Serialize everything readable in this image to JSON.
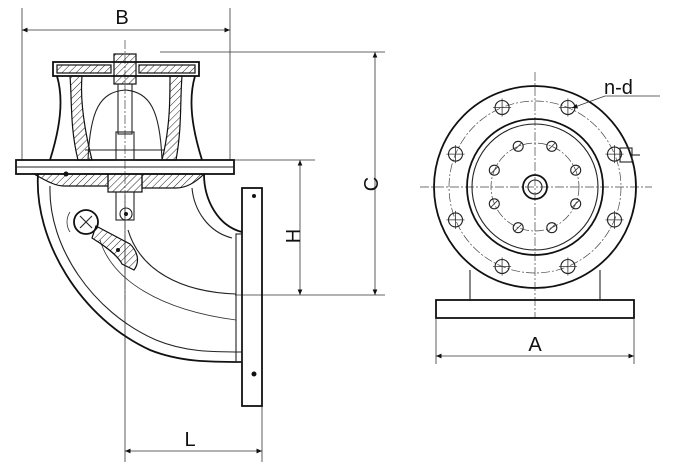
{
  "labels": {
    "B": "B",
    "C": "C",
    "H": "H",
    "L": "L",
    "A": "A",
    "nd": "n-d"
  }
}
